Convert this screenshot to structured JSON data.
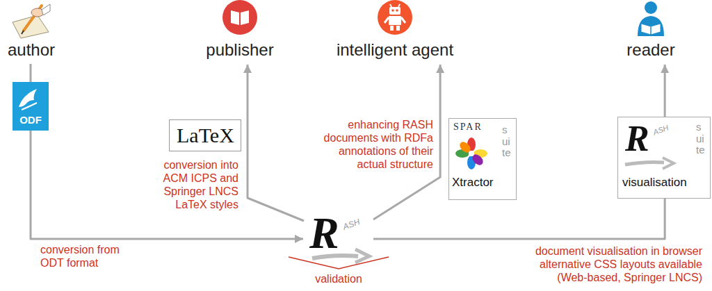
{
  "diagram": {
    "nodes": [
      {
        "text": [
          "author"
        ]
      },
      {
        "text": [
          "publisher"
        ]
      },
      {
        "text": [
          "intelligent agent"
        ]
      },
      {
        "text": [
          "reader"
        ]
      },
      {
        "text": [
          "ODF"
        ]
      },
      {
        "text": [
          "LaTeX"
        ]
      },
      {
        "text": [
          "SPAR",
          "Xtractor",
          "suite"
        ]
      },
      {
        "text": [
          "R",
          "ASH",
          "visualisation",
          "suite"
        ]
      },
      {
        "text": [
          "R",
          "ASH"
        ]
      }
    ],
    "edges": [
      {
        "from": 0,
        "to": 4,
        "arrow": "none"
      },
      {
        "from": 4,
        "to": 8,
        "arrow": "to",
        "label": "conversion from ODT format"
      },
      {
        "from": 8,
        "to": 1,
        "arrow": "to",
        "label": "conversion into ACM ICPS and Springer LNCS LaTeX styles"
      },
      {
        "from": 8,
        "to": 2,
        "arrow": "to",
        "label": "enhancing RASH documents with RDFa annotations of their actual structure"
      },
      {
        "from": 8,
        "to": 3,
        "arrow": "to",
        "label": "document visualisation in browser alternative CSS layouts available (Web-based, Springer LNCS)"
      }
    ],
    "labels": [
      "validation"
    ]
  }
}
